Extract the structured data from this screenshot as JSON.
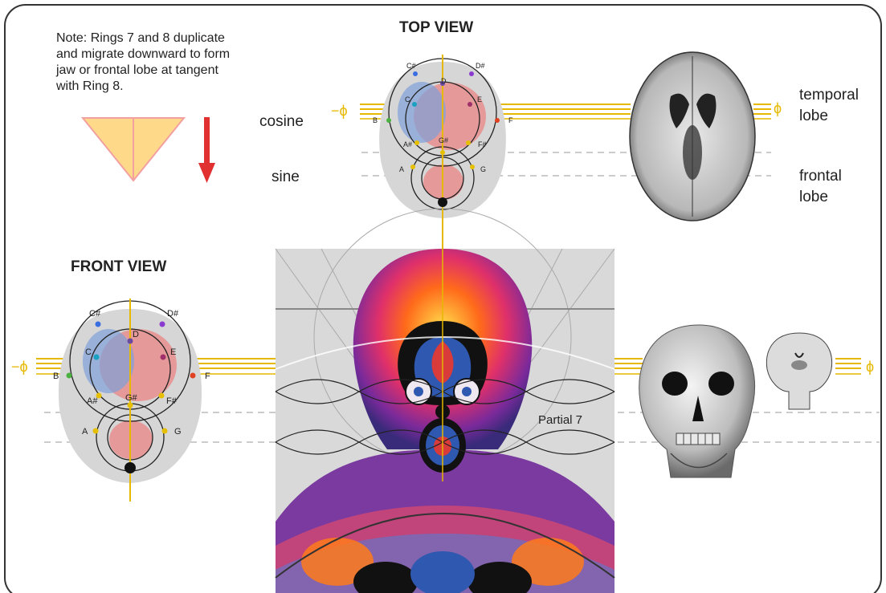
{
  "note": {
    "line1": "Note: Rings 7 and 8 duplicate",
    "line2": "and migrate downward to form",
    "line3": "jaw or frontal lobe at tangent",
    "line4": "with Ring 8."
  },
  "top_view": {
    "title": "TOP VIEW",
    "cosine": "cosine",
    "sine": "sine",
    "phi_left": "−ϕ",
    "phi_right": "ϕ",
    "temporal_1": "temporal",
    "temporal_2": "lobe",
    "frontal_1": "frontal",
    "frontal_2": "lobe"
  },
  "front_view": {
    "title": "FRONT VIEW",
    "phi_left": "−ϕ",
    "phi_right": "ϕ"
  },
  "center": {
    "partial": "Partial 7"
  },
  "notes": {
    "C#": "C#",
    "D#": "D#",
    "D": "D",
    "C": "C",
    "E": "E",
    "B": "B",
    "F": "F",
    "A#": "A#",
    "G#": "G#",
    "F#": "F#",
    "A": "A",
    "G": "G"
  },
  "colors": {
    "gold": "#e6b800",
    "red_arrow": "#e03030",
    "triangle_fill": "#ffd98a",
    "triangle_stroke": "#f2a0a0"
  }
}
